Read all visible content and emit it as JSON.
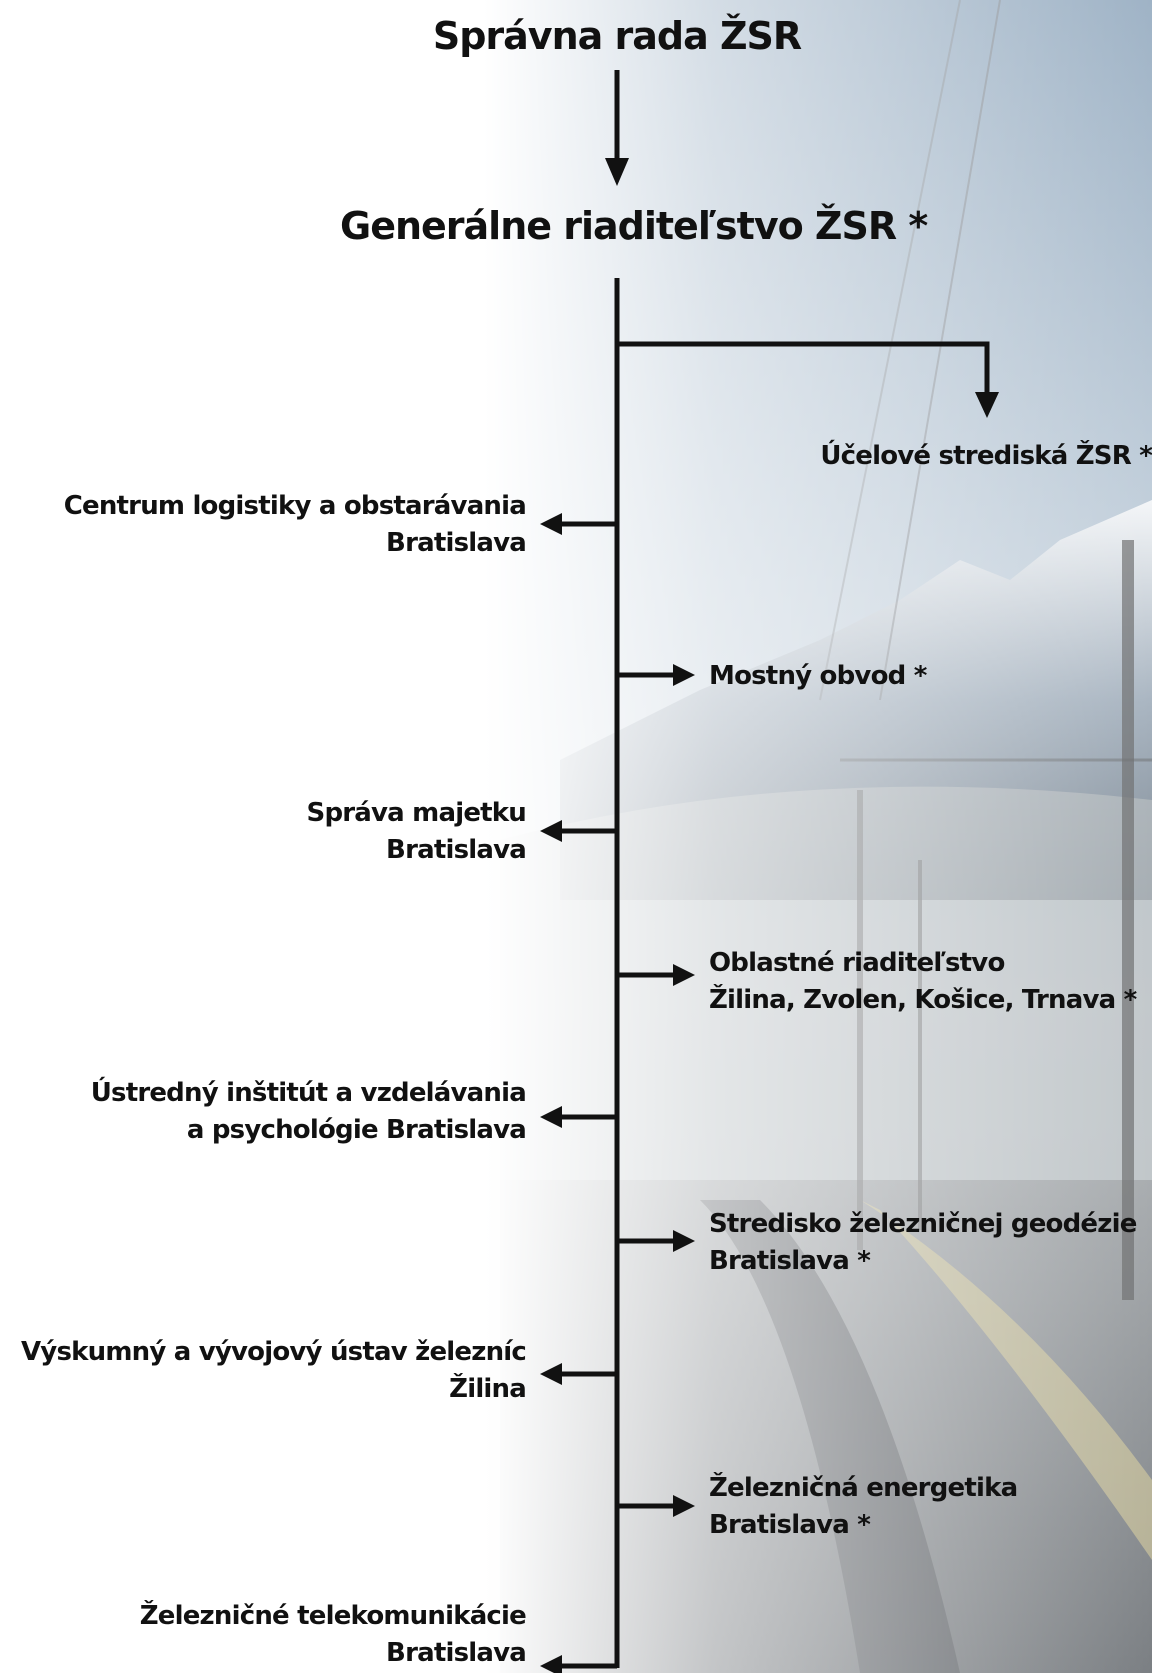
{
  "diagram": {
    "root": "Správna rada ŽSR",
    "main": "Generálne riaditeľstvo ŽSR *",
    "top_right": "Účelové strediská ŽSR *",
    "left_units": [
      {
        "line1": "Centrum logistiky a obstarávania",
        "line2": "Bratislava"
      },
      {
        "line1": "Správa majetku",
        "line2": "Bratislava"
      },
      {
        "line1": "Ústredný inštitút a vzdelávania",
        "line2": "a psychológie Bratislava"
      },
      {
        "line1": "Výskumný a vývojový ústav železníc",
        "line2": "Žilina"
      },
      {
        "line1": "Železničné telekomunikácie",
        "line2": "Bratislava"
      }
    ],
    "right_units": [
      {
        "line1": "Mostný obvod *",
        "line2": ""
      },
      {
        "line1": "Oblastné riaditeľstvo",
        "line2": "Žilina, Zvolen, Košice, Trnava *"
      },
      {
        "line1": "Stredisko železničnej geodézie",
        "line2": "Bratislava *"
      },
      {
        "line1": "Železničná energetika",
        "line2": "Bratislava *"
      }
    ]
  },
  "colors": {
    "text": "#111111",
    "line": "#111111",
    "background_left": "#ffffff",
    "sky": "#b9c7d4",
    "mountain": "#8e9eae",
    "track": "#5a5e63"
  }
}
